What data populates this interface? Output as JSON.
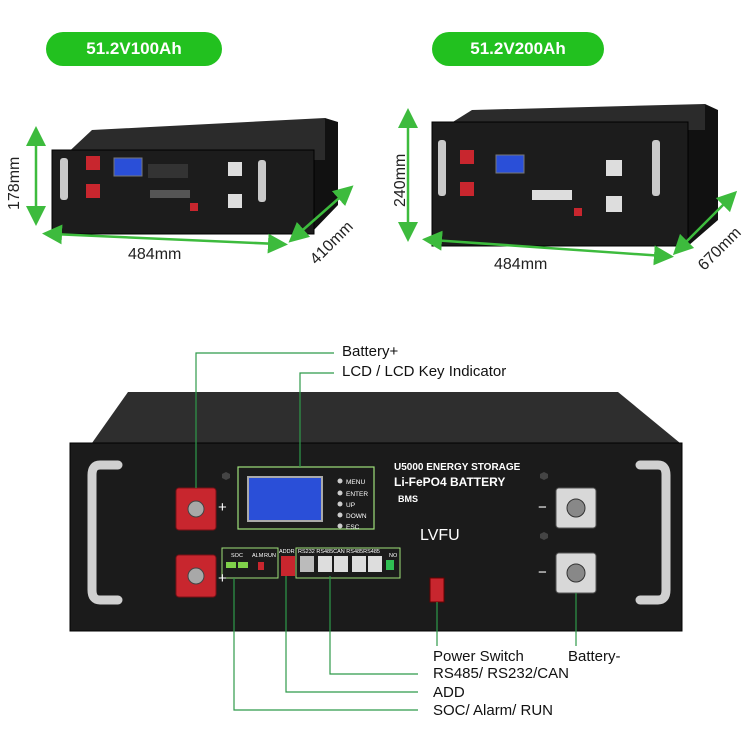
{
  "products": [
    {
      "badge": "51.2V100Ah",
      "height_label": "178mm",
      "width_label": "484mm",
      "depth_label": "410mm"
    },
    {
      "badge": "51.2V200Ah",
      "height_label": "240mm",
      "width_label": "484mm",
      "depth_label": "670mm"
    }
  ],
  "panel": {
    "model": "U5000 ENERGY STORAGE",
    "type": "Li-FePO4 BATTERY",
    "brand": "LVFU",
    "keys": [
      "MENU",
      "ENTER",
      "UP",
      "DOWN",
      "ESC"
    ],
    "plus_sign": "+",
    "minus_sign": "−",
    "soc_label": "SOC",
    "alm_label": "ALM",
    "run_label": "RUN",
    "addr_label": "ADDR",
    "ports_label": "RS232 RS485CAN  RS485RS485",
    "no_label": "NO",
    "bms_label": "BMS"
  },
  "callouts": {
    "battery_plus": "Battery+",
    "lcd": "LCD / LCD Key Indicator",
    "power_switch": "Power Switch",
    "battery_minus": "Battery-",
    "rs485": "RS485/ RS232/CAN",
    "add": "ADD",
    "soc": "SOC/ Alarm/ RUN"
  },
  "colors": {
    "badge_green": "#22c11f",
    "dimension_green": "#3dbb3d",
    "callout_line": "#2f9a4a",
    "panel_black": "#1a1a1a",
    "terminal_red": "#c8262e",
    "lcd_blue": "#2a4fd8"
  }
}
